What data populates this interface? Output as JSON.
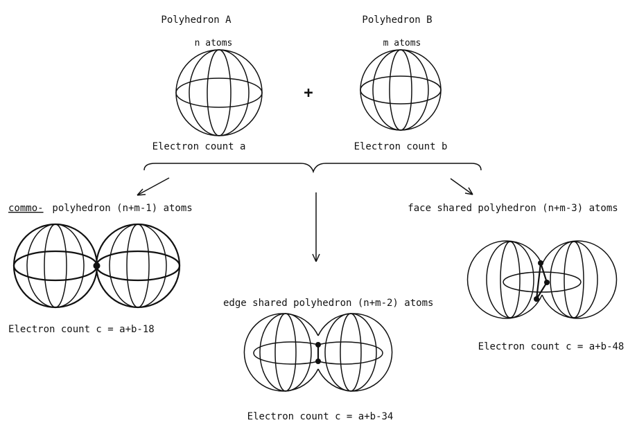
{
  "polyhedron_a": {
    "title": "Polyhedron A",
    "atoms": "n atoms",
    "electron_count": "Electron count a"
  },
  "plus_sign": "+",
  "polyhedron_b": {
    "title": "Polyhedron B",
    "atoms": "m atoms",
    "electron_count": "Electron count b"
  },
  "commo": {
    "prefix": "commo-",
    "label": " polyhedron (n+m-1) atoms",
    "electron_count": "Electron count c = a+b-18"
  },
  "edge_shared": {
    "label": "edge shared polyhedron (n+m-2) atoms",
    "electron_count": "Electron count c = a+b-34"
  },
  "face_shared": {
    "label": "face shared polyhedron (n+m-3) atoms",
    "electron_count": "Electron count c = a+b-48"
  }
}
